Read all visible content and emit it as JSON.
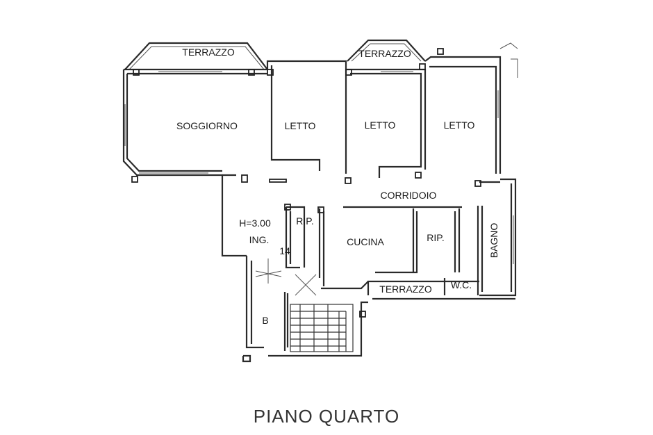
{
  "labels": {
    "terrazzo_left": "TERRAZZO",
    "terrazzo_mid": "TERRAZZO",
    "terrazzo_bottom": "TERRAZZO",
    "soggiorno": "SOGGIORNO",
    "letto_1": "LETTO",
    "letto_2": "LETTO",
    "letto_3": "LETTO",
    "corridoio": "CORRIDOIO",
    "altezza": "H=3.00",
    "ingresso": "ING.",
    "numero": "14",
    "rip_1": "RIP.",
    "rip_2": "RIP.",
    "cucina": "CUCINA",
    "bagno": "BAGNO",
    "wc": "W.C.",
    "scala": "B"
  },
  "title": "PIANO QUARTO"
}
